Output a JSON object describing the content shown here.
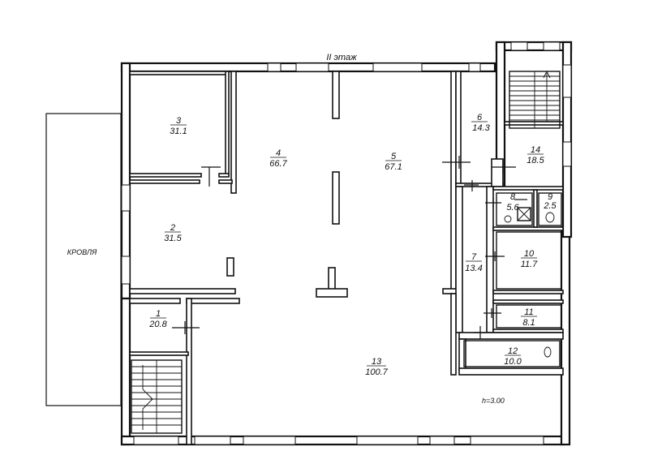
{
  "floor_title": "II этаж",
  "roof_label": "КРОВЛЯ",
  "ceiling_height": "h=3.00",
  "rooms": [
    {
      "num": "1",
      "area": "20.8"
    },
    {
      "num": "2",
      "area": "31.5"
    },
    {
      "num": "3",
      "area": "31.1"
    },
    {
      "num": "4",
      "area": "66.7"
    },
    {
      "num": "5",
      "area": "67.1"
    },
    {
      "num": "6",
      "area": "14.3"
    },
    {
      "num": "7",
      "area": "13.4"
    },
    {
      "num": "8",
      "area": "5.6"
    },
    {
      "num": "9",
      "area": "2.5"
    },
    {
      "num": "10",
      "area": "11.7"
    },
    {
      "num": "11",
      "area": "8.1"
    },
    {
      "num": "12",
      "area": "10.0"
    },
    {
      "num": "13",
      "area": "100.7"
    },
    {
      "num": "14",
      "area": "18.5"
    }
  ]
}
